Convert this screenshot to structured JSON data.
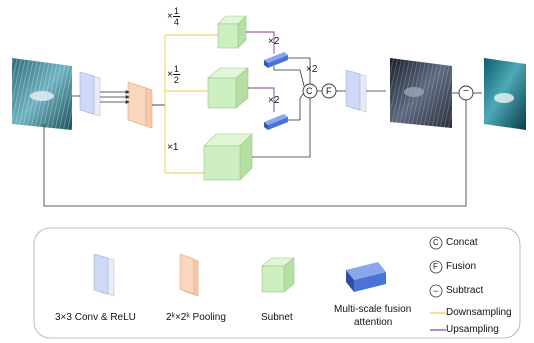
{
  "scales": {
    "quarter": {
      "prefix": "×",
      "num": "1",
      "den": "4"
    },
    "half": {
      "prefix": "×",
      "num": "1",
      "den": "2"
    },
    "full": "×1"
  },
  "upsample_labels": [
    "×2",
    "×2",
    "×2"
  ],
  "ops": {
    "concat": "C",
    "fusion": "F",
    "subtract": "−"
  },
  "legend": {
    "conv": "3×3 Conv & ReLU",
    "pooling": "2ᵏ×2ᵏ Pooling",
    "subnet": "Subnet",
    "attention_line1": "Multi-scale fusion",
    "attention_line2": "attention",
    "concat": "Concat",
    "fusion": "Fusion",
    "subtract": "Subtract",
    "downsampling": "Downsampling",
    "upsampling": "Upsampling"
  },
  "colors": {
    "downsampling": "#f0c84a",
    "upsampling": "#7b3f9e",
    "conv": "#cdd9f5",
    "pooling": "#f7c9a8",
    "subnet": "#cdeec0",
    "attention": "#4a73d6"
  },
  "images": [
    "underwater-input-image",
    "intermediate-feature-image",
    "enhanced-output-image"
  ]
}
